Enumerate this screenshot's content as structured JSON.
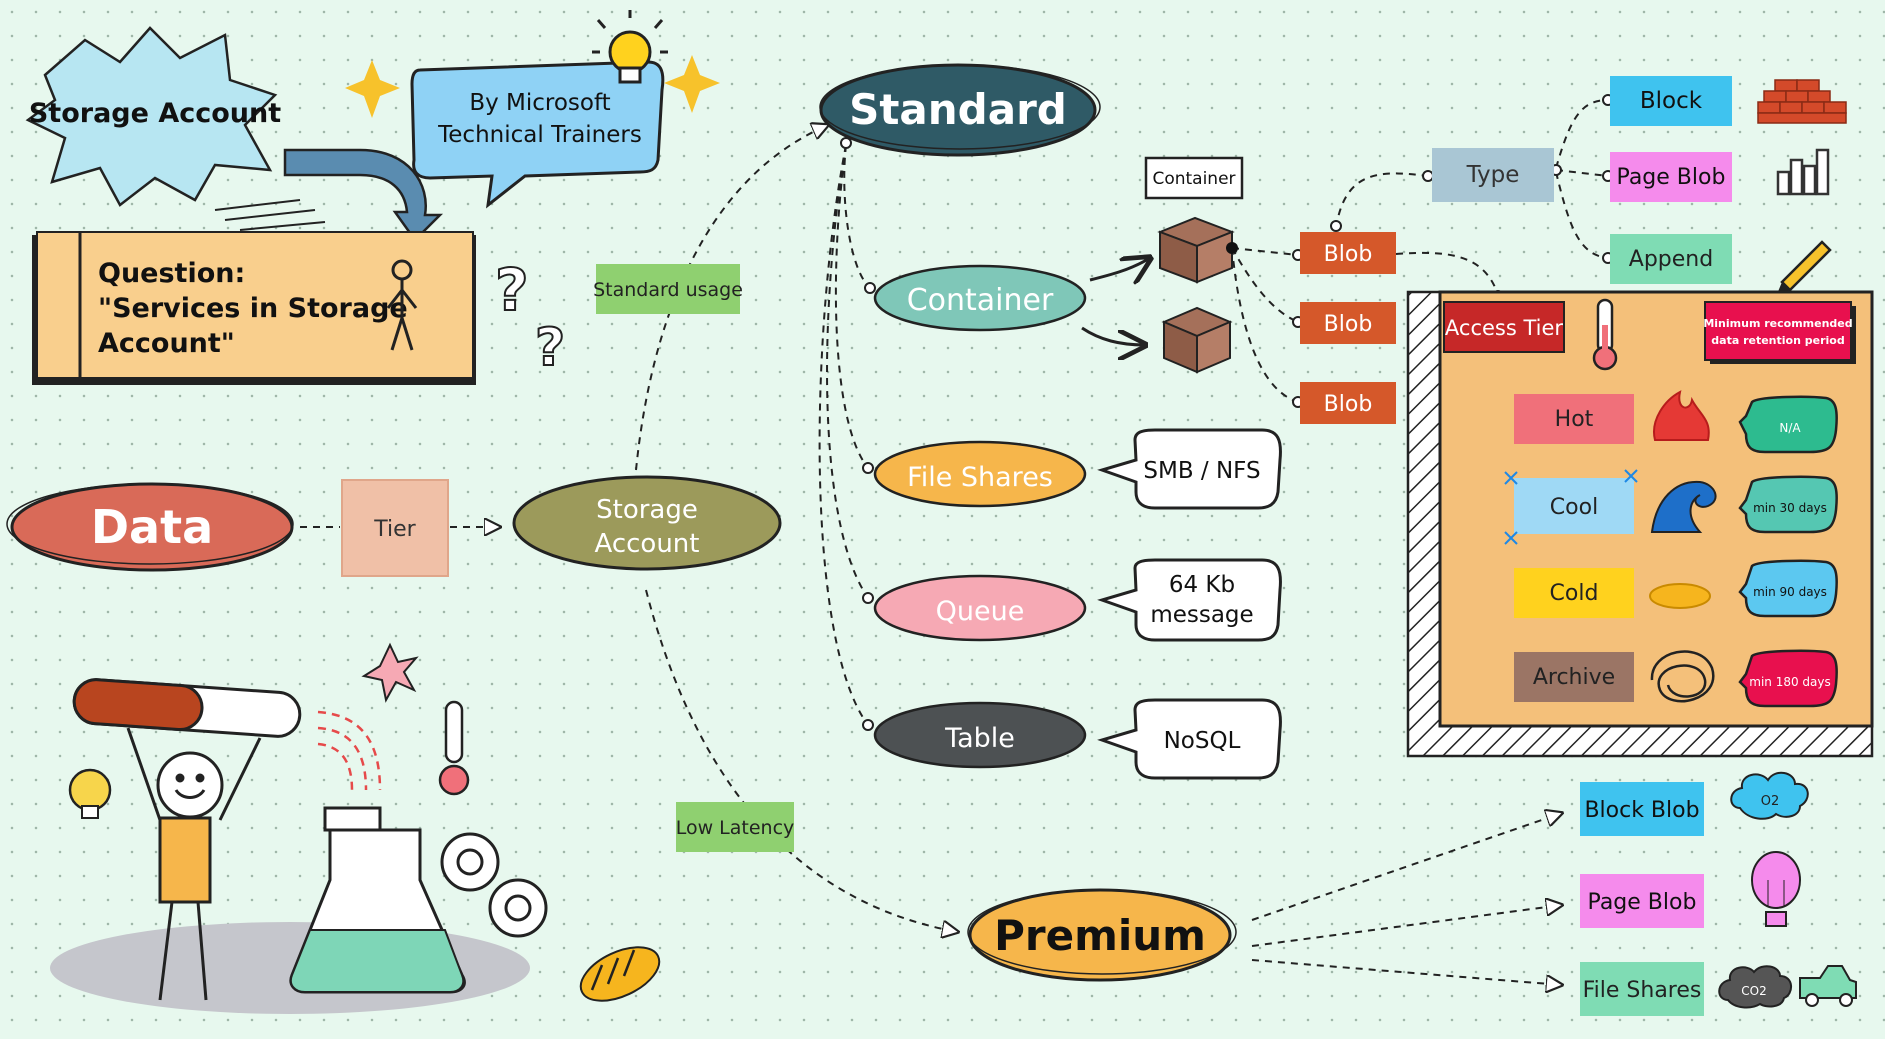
{
  "title_badge": "Storage Account",
  "subtitle_bubble": [
    "By Microsoft",
    "Technical Trainers"
  ],
  "question": {
    "line1": "Question:",
    "line2": "\"Services in Storage",
    "line3": "Account\""
  },
  "question_marks": "?",
  "nodes": {
    "data": "Data",
    "tier": "Tier",
    "storage_account": [
      "Storage",
      "Account"
    ],
    "standard": "Standard",
    "premium": "Premium",
    "standard_usage": "Standard usage",
    "low_latency": "Low Latency"
  },
  "standard_services": [
    {
      "label": "Container",
      "color": "#7fc7b8",
      "note": ""
    },
    {
      "label": "File Shares",
      "color": "#f6b64b",
      "note": "SMB / NFS"
    },
    {
      "label": "Queue",
      "color": "#f6a9b4",
      "note": "64 Kb message"
    },
    {
      "label": "Table",
      "color": "#4d5153",
      "note": "NoSQL"
    }
  ],
  "container_tag": "Container",
  "blobs": [
    "Blob",
    "Blob",
    "Blob"
  ],
  "type_node": "Type",
  "blob_types": [
    {
      "label": "Block",
      "color": "#3fc3ef"
    },
    {
      "label": "Page Blob",
      "color": "#f58bec"
    },
    {
      "label": "Append",
      "color": "#7fdcb4"
    }
  ],
  "access_tier": {
    "title": "Access Tier",
    "retention_note": [
      "Minimum recommended",
      "data retention period"
    ],
    "tiers": [
      {
        "label": "Hot",
        "color": "#f0707a",
        "retention": "N/A",
        "retention_color": "#2dbb8f"
      },
      {
        "label": "Cool",
        "color": "#9fd9f5",
        "retention": "min 30 days",
        "retention_color": "#55c7b2"
      },
      {
        "label": "Cold",
        "color": "#ffd21e",
        "retention": "min 90 days",
        "retention_color": "#5cc8f0"
      },
      {
        "label": "Archive",
        "color": "#9b7565",
        "retention": "min 180 days",
        "retention_color": "#e8104e"
      }
    ]
  },
  "premium_services": [
    {
      "label": "Block Blob",
      "color": "#3fc3ef",
      "icon": "O2"
    },
    {
      "label": "Page Blob",
      "color": "#f58bec",
      "icon": ""
    },
    {
      "label": "File Shares",
      "color": "#7fdcb4",
      "icon": "CO2"
    }
  ],
  "colors": {
    "data": "#d96a58",
    "tier": "#f0c0a7",
    "storage_account": "#9c9a5b",
    "standard": "#2f5a66",
    "premium": "#f6b64b",
    "green_label": "#8fd070",
    "blob": "#d5582a",
    "type": "#a9c6d4",
    "access_panel": "#f4c07a",
    "access_title": "#c62828"
  }
}
